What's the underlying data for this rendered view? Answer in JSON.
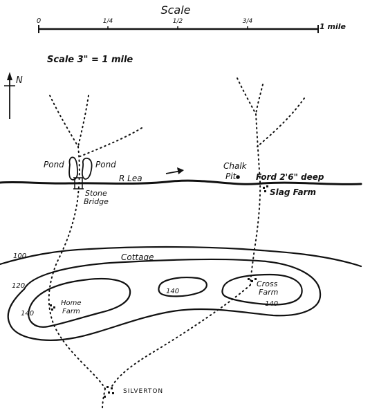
{
  "scale_bar": {
    "title": "Scale",
    "ticks": [
      "0",
      "1/4",
      "1/2",
      "3/4",
      "1 mile"
    ]
  },
  "scale_note": "Scale 3\" = 1 mile",
  "north": "N",
  "features": {
    "pond_left": "Pond",
    "pond_right": "Pond",
    "river": "R Lea",
    "chalk_pit_1": "Chalk",
    "chalk_pit_2": "Pit",
    "ford": "Ford 2'6\" deep",
    "slag_farm": "Slag Farm",
    "stone_bridge_1": "Stone",
    "stone_bridge_2": "Bridge",
    "cottage": "Cottage",
    "cross_farm_1": "Cross",
    "cross_farm_2": "Farm",
    "home_farm_1": "Home",
    "home_farm_2": "Farm",
    "village": "SILVERTON"
  },
  "contours": {
    "c100": "100",
    "c120": "120",
    "c140_left": "140",
    "c140_mid": "140",
    "c140_right": "140"
  }
}
